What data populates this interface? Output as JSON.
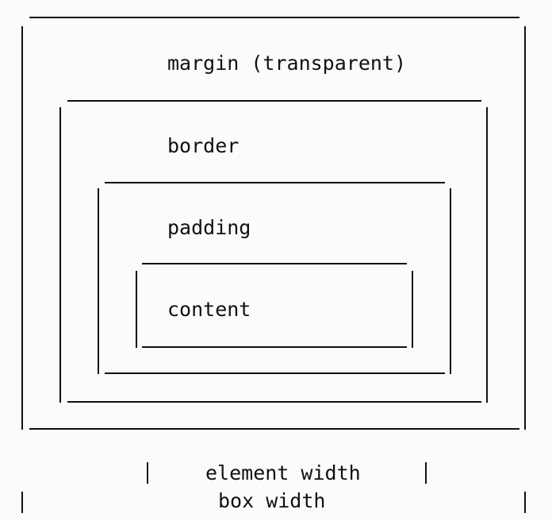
{
  "diagram": {
    "title": "",
    "layers": {
      "margin": "margin (transparent)",
      "border": "border",
      "padding": "padding",
      "content": "content"
    },
    "dimensions": {
      "element_width": "element width",
      "box_width": "box width"
    }
  },
  "colors": {
    "line": "#111111",
    "background": "#fbfbfb"
  }
}
